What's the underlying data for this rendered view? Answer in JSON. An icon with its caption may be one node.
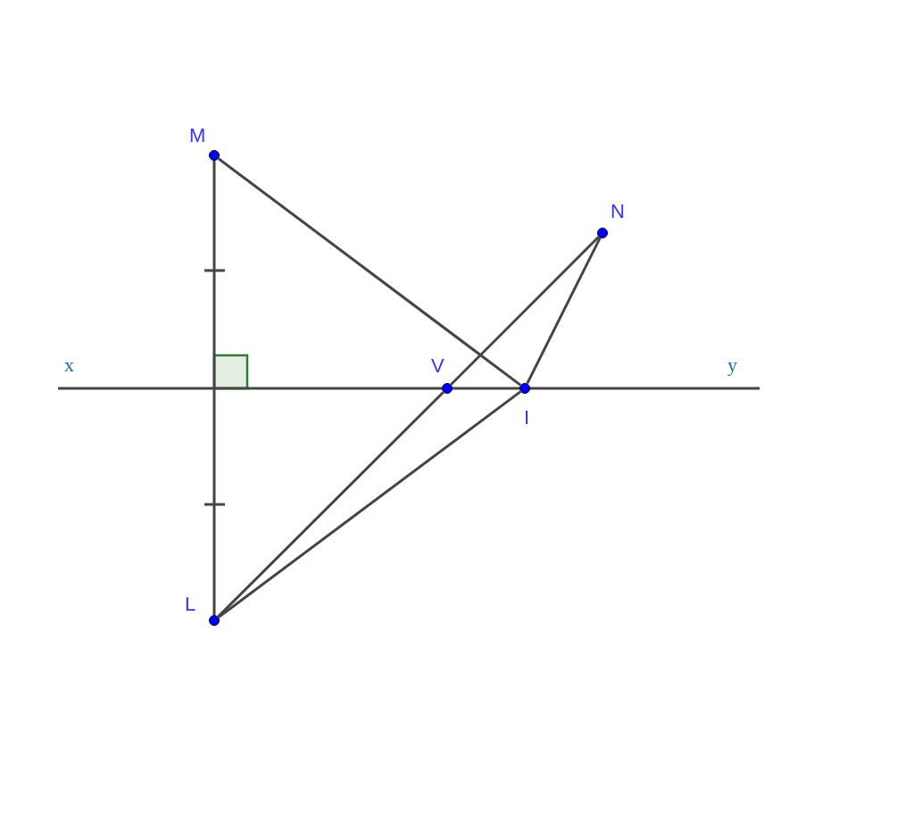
{
  "diagram": {
    "nodes": [
      {
        "text": [
          "M"
        ]
      },
      {
        "text": [
          "N"
        ]
      },
      {
        "text": [
          "V"
        ]
      },
      {
        "text": [
          "I"
        ]
      },
      {
        "text": [
          "L"
        ]
      },
      {
        "text": [
          "x"
        ]
      },
      {
        "text": [
          "y"
        ]
      }
    ],
    "edges": [
      {
        "from": 0,
        "to": 4,
        "arrow": "none"
      },
      {
        "from": 5,
        "to": 6,
        "arrow": "none"
      },
      {
        "from": 0,
        "to": 3,
        "arrow": "none"
      },
      {
        "from": 4,
        "to": 2,
        "arrow": "none"
      },
      {
        "from": 2,
        "to": 1,
        "arrow": "none"
      },
      {
        "from": 4,
        "to": 3,
        "arrow": "none"
      },
      {
        "from": 3,
        "to": 1,
        "arrow": "none"
      }
    ]
  }
}
